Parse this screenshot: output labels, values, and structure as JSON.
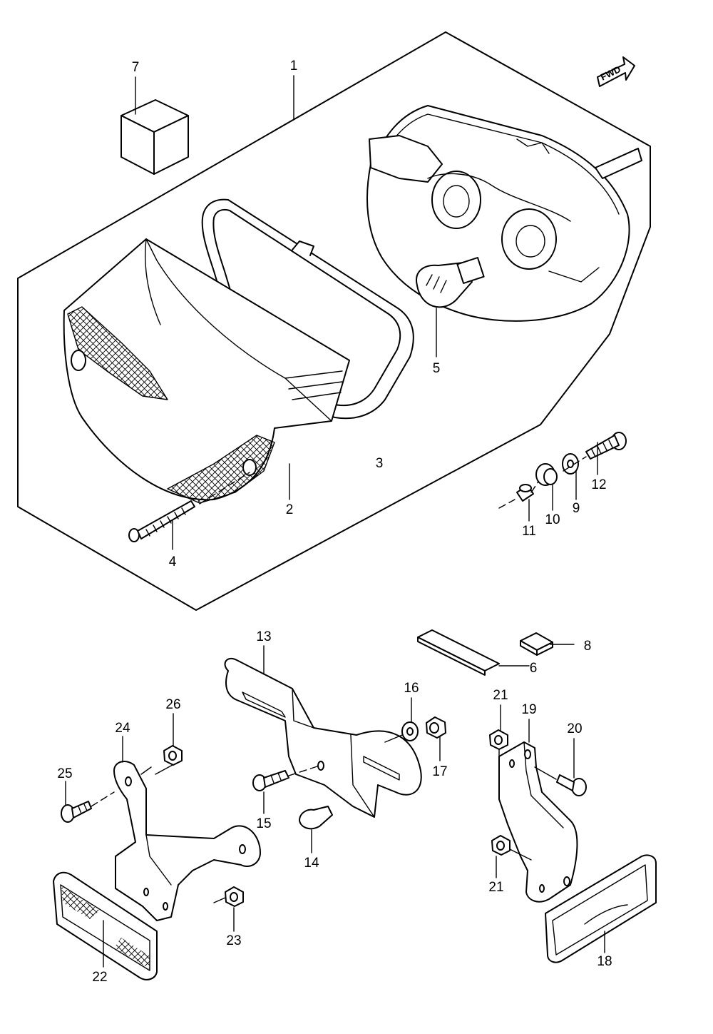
{
  "forward_indicator": "FWD",
  "callouts": [
    {
      "id": "1",
      "label": "1"
    },
    {
      "id": "2",
      "label": "2"
    },
    {
      "id": "3",
      "label": "3"
    },
    {
      "id": "4",
      "label": "4"
    },
    {
      "id": "5",
      "label": "5"
    },
    {
      "id": "6",
      "label": "6"
    },
    {
      "id": "7",
      "label": "7"
    },
    {
      "id": "8",
      "label": "8"
    },
    {
      "id": "9",
      "label": "9"
    },
    {
      "id": "10",
      "label": "10"
    },
    {
      "id": "11",
      "label": "11"
    },
    {
      "id": "12",
      "label": "12"
    },
    {
      "id": "13",
      "label": "13"
    },
    {
      "id": "14",
      "label": "14"
    },
    {
      "id": "15",
      "label": "15"
    },
    {
      "id": "16",
      "label": "16"
    },
    {
      "id": "17",
      "label": "17"
    },
    {
      "id": "18",
      "label": "18"
    },
    {
      "id": "19",
      "label": "19"
    },
    {
      "id": "20",
      "label": "20"
    },
    {
      "id": "21a",
      "label": "21"
    },
    {
      "id": "21b",
      "label": "21"
    },
    {
      "id": "22",
      "label": "22"
    },
    {
      "id": "23",
      "label": "23"
    },
    {
      "id": "24",
      "label": "24"
    },
    {
      "id": "25",
      "label": "25"
    },
    {
      "id": "26",
      "label": "26"
    }
  ]
}
